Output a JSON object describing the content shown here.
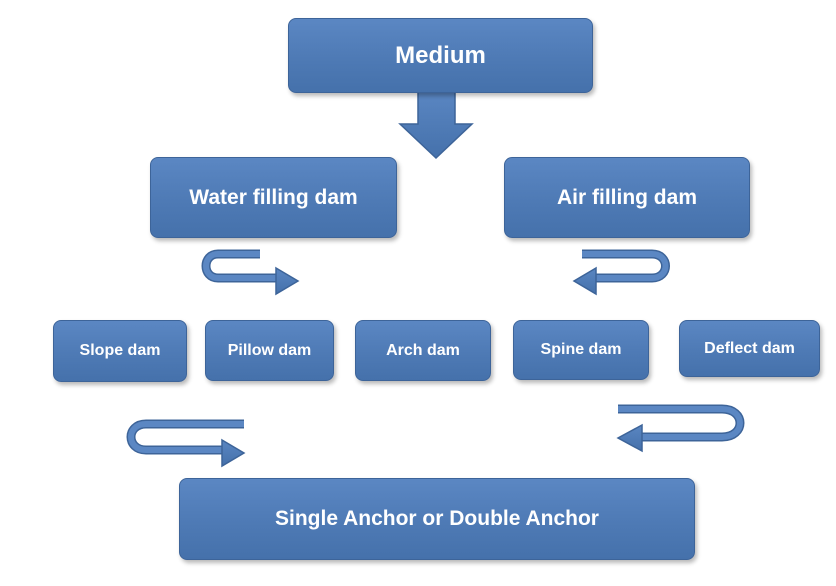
{
  "colors": {
    "box_fill": "#4f7cb8",
    "box_border": "#3d6499",
    "arrow_fill": "#4f7cb8",
    "text": "#ffffff"
  },
  "diagram": {
    "top": {
      "label": "Medium"
    },
    "left_branch": {
      "label": "Water filling dam"
    },
    "right_branch": {
      "label": "Air filling dam"
    },
    "dam_types": [
      {
        "label": "Slope dam"
      },
      {
        "label": "Pillow dam"
      },
      {
        "label": "Arch dam"
      },
      {
        "label": "Spine dam"
      },
      {
        "label": "Deflect dam"
      }
    ],
    "bottom": {
      "label": "Single Anchor or Double Anchor"
    }
  }
}
